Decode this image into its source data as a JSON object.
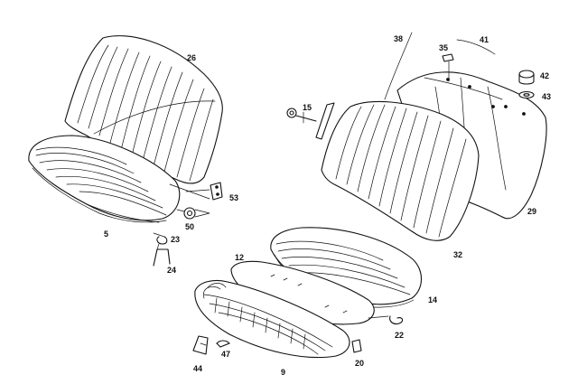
{
  "diagram": {
    "callouts": {
      "c5": "5",
      "c9": "9",
      "c12": "12",
      "c14": "14",
      "c15": "15",
      "c20": "20",
      "c22": "22",
      "c23": "23",
      "c24": "24",
      "c26": "26",
      "c29": "29",
      "c32": "32",
      "c35": "35",
      "c38": "38",
      "c41": "41",
      "c42": "42",
      "c43": "43",
      "c44": "44",
      "c47": "47",
      "c50": "50",
      "c53": "53"
    }
  }
}
